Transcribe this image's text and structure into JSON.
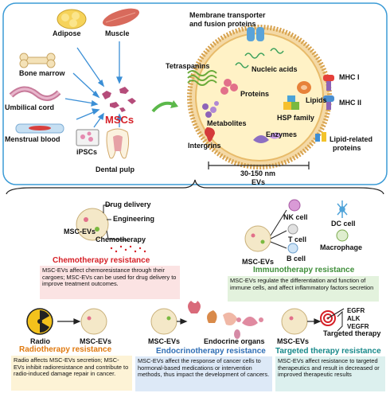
{
  "top": {
    "sources": {
      "adipose": "Adipose",
      "muscle": "Muscle",
      "bone_marrow": "Bone marrow",
      "umbilical_cord": "Umbilical cord",
      "menstrual_blood": "Menstrual blood",
      "ipscs": "iPSCs",
      "dental_pulp": "Dental pulp"
    },
    "center": "MSCs",
    "ev_labels": {
      "membrane": "Membrane transporter",
      "fusion": "and fusion proteins",
      "tetraspanins": "Tetraspanins",
      "nucleic_acids": "Nucleic acids",
      "mhc1": "MHC I",
      "mhc2": "MHC II",
      "proteins": "Proteins",
      "lipids": "Lipids",
      "metabolites": "Metabolites",
      "hsp": "HSP family",
      "enzymes": "Enzymes",
      "intergrins": "Intergrins",
      "lipid_related_1": "Lipid-related",
      "lipid_related_2": "proteins",
      "size": "30-150 nm",
      "evs": "EVs"
    }
  },
  "chemo": {
    "drug_delivery": "Drug delivery",
    "engineering": "Engineering",
    "msc_evs": "MSC-EVs",
    "chemotherapy": "Chemotherapy",
    "title": "Chemotherapy resistance",
    "text": "MSC-EVs affect chemoresistance through their cargoes; MSC-EVs can be used for drug delivery to improve treatment outcomes."
  },
  "immuno": {
    "nk": "NK cell",
    "dc": "DC cell",
    "t": "T cell",
    "b": "B cell",
    "macrophage": "Macrophage",
    "msc_evs": "MSC-EVs",
    "title": "Immunotherapy resistance",
    "text": "MSC-EVs regulate the differentiation and function of immune cells, and affect inflammatory factors secretion"
  },
  "radio": {
    "radio": "Radio",
    "msc_evs": "MSC-EVs",
    "title": "Radiotherapy resistance",
    "text": "Radio affects MSC-EVs secretion; MSC-EVs inhibit radioresistance and contribute to radio-induced damage repair in cancer."
  },
  "endo": {
    "msc_evs": "MSC-EVs",
    "organs": "Endocrine organs",
    "title": "Endocrinotherapy resistance",
    "text": "MSC-EVs affect the response of cancer cells to hormonal-based medications or intervention methods, thus impact the development of cancers."
  },
  "target": {
    "msc_evs": "MSC-EVs",
    "therapy": "Targeted therapy",
    "egfr": "EGFR",
    "alk": "ALK",
    "vegfr": "VEGFR",
    "title": "Targeted therapy resistance",
    "text": "MSC-EVs affect resistance to targeted therapeutics and result in decreased or improved therapeutic results"
  },
  "colors": {
    "chemo": "#d62027",
    "immuno": "#3f8f3a",
    "radio": "#e07a10",
    "endo": "#2f6eb5",
    "target": "#17898a",
    "msc_text": "#d62027"
  }
}
